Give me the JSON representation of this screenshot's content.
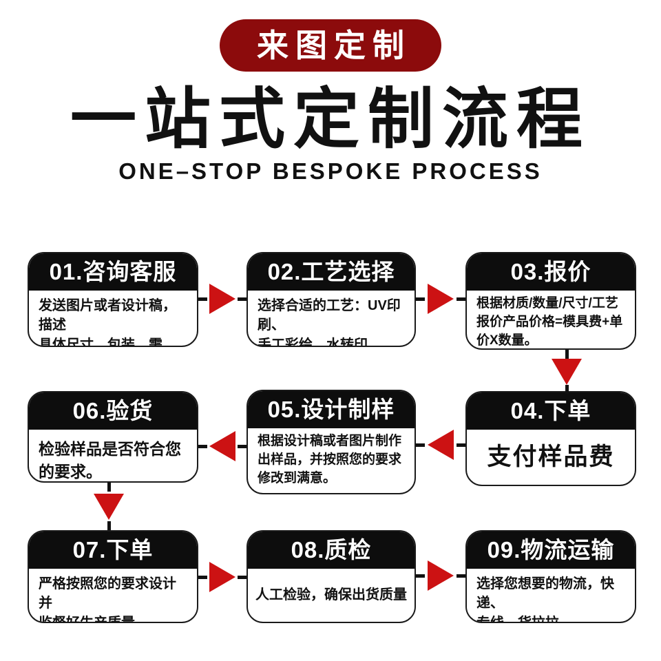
{
  "badge": {
    "label": "来图定制"
  },
  "title": {
    "zh": "一站式定制流程",
    "en": "ONE–STOP BESPOKE PROCESS"
  },
  "colors": {
    "badge_red": "#8C0B0C",
    "arrow_red": "#CC1213",
    "header_black": "#0D0D0D",
    "text_black": "#111111"
  },
  "steps": [
    {
      "title": "01.咨询客服",
      "body": "发送图片或者设计稿，描述\n具体尺寸、包装、需求。"
    },
    {
      "title": "02.工艺选择",
      "body": "选择合适的工艺：UV印刷、\n手工彩绘、水转印。"
    },
    {
      "title": "03.报价",
      "body": "根据材质/数量/尺寸/工艺\n报价产品价格=模具费+单\n价X数量。"
    },
    {
      "title": "04.下单",
      "body": "支付样品费"
    },
    {
      "title": "05.设计制样",
      "body": "根据设计稿或者图片制作\n出样品，并按照您的要求\n修改到满意。"
    },
    {
      "title": "06.验货",
      "body": "检验样品是否符合您\n的要求。"
    },
    {
      "title": "07.下单",
      "body": "严格按照您的要求设计并\n监督好生产质量。"
    },
    {
      "title": "08.质检",
      "body": "人工检验，确保出货质量"
    },
    {
      "title": "09.物流运输",
      "body": "选择您想要的物流，快递、\n专线、货拉拉"
    }
  ],
  "flow_order": "01→02→03→04→05→06→07→08→09"
}
